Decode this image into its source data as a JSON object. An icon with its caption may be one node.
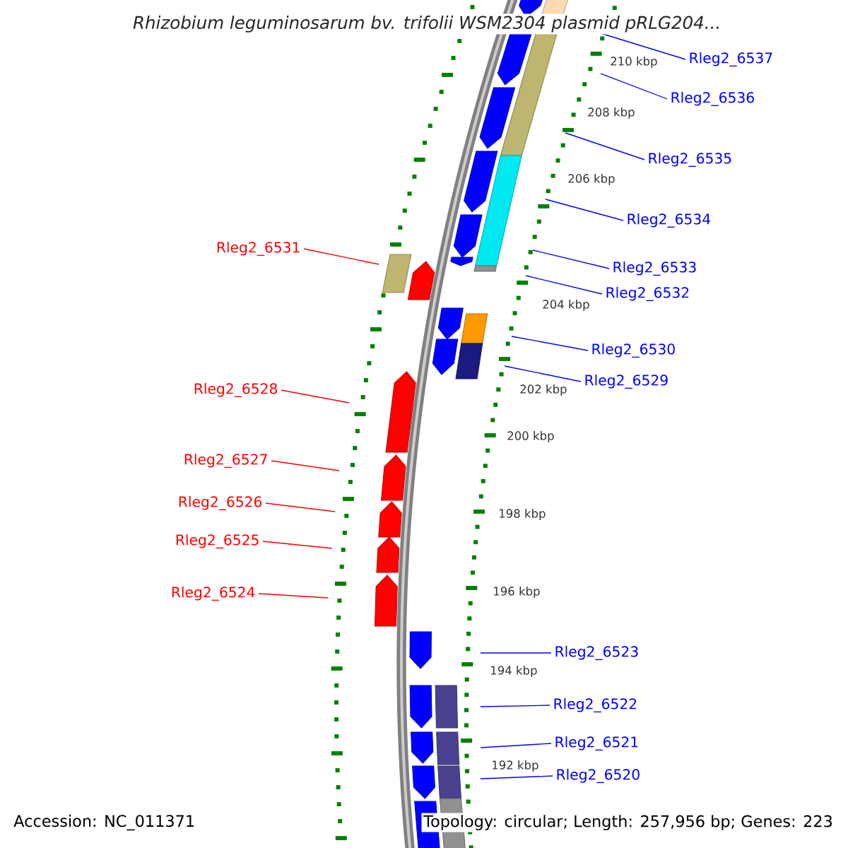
{
  "diagram": {
    "title": "Rhizobium leguminosarum bv. trifolii WSM2304 plasmid pRLG204...",
    "nodes": [
      {
        "text": [
          "Rleg2_6537"
        ]
      },
      {
        "text": [
          "Rleg2_6536"
        ]
      },
      {
        "text": [
          "Rleg2_6535"
        ]
      },
      {
        "text": [
          "Rleg2_6534"
        ]
      },
      {
        "text": [
          "Rleg2_6531"
        ]
      },
      {
        "text": [
          "Rleg2_6533"
        ]
      },
      {
        "text": [
          "Rleg2_6532"
        ]
      },
      {
        "text": [
          "Rleg2_6530"
        ]
      },
      {
        "text": [
          "Rleg2_6529"
        ]
      },
      {
        "text": [
          "Rleg2_6528"
        ]
      },
      {
        "text": [
          "Rleg2_6527"
        ]
      },
      {
        "text": [
          "Rleg2_6526"
        ]
      },
      {
        "text": [
          "Rleg2_6525"
        ]
      },
      {
        "text": [
          "Rleg2_6524"
        ]
      },
      {
        "text": [
          "Rleg2_6523"
        ]
      },
      {
        "text": [
          "Rleg2_6522"
        ]
      },
      {
        "text": [
          "Rleg2_6521"
        ]
      },
      {
        "text": [
          "Rleg2_6520"
        ]
      }
    ],
    "edges": [
      {
        "from": 0,
        "to": null,
        "arrow": "none"
      },
      {
        "from": 1,
        "to": null,
        "arrow": "none"
      },
      {
        "from": 2,
        "to": null,
        "arrow": "none"
      },
      {
        "from": 3,
        "to": null,
        "arrow": "none"
      },
      {
        "from": 4,
        "to": null,
        "arrow": "none",
        "color": "#ff0000"
      },
      {
        "from": 5,
        "to": null,
        "arrow": "none"
      },
      {
        "from": 6,
        "to": null,
        "arrow": "none"
      },
      {
        "from": 7,
        "to": null,
        "arrow": "none"
      },
      {
        "from": 8,
        "to": null,
        "arrow": "none"
      },
      {
        "from": 9,
        "to": null,
        "arrow": "none",
        "color": "#ff0000"
      },
      {
        "from": 10,
        "to": null,
        "arrow": "none",
        "color": "#ff0000"
      },
      {
        "from": 11,
        "to": null,
        "arrow": "none",
        "color": "#ff0000"
      },
      {
        "from": 12,
        "to": null,
        "arrow": "none",
        "color": "#ff0000"
      },
      {
        "from": 13,
        "to": null,
        "arrow": "none",
        "color": "#ff0000"
      },
      {
        "from": 14,
        "to": null,
        "arrow": "none"
      },
      {
        "from": 15,
        "to": null,
        "arrow": "none"
      },
      {
        "from": 16,
        "to": null,
        "arrow": "none"
      },
      {
        "from": 17,
        "to": null,
        "arrow": "none"
      }
    ],
    "labels": [
      "210 kbp",
      "208 kbp",
      "206 kbp",
      "204 kbp",
      "202 kbp",
      "200 kbp",
      "198 kbp",
      "196 kbp",
      "194 kbp",
      "192 kbp",
      "Accession: NC_011371",
      "Topology: circular; Length: 257,956 bp; Genes: 223"
    ]
  }
}
